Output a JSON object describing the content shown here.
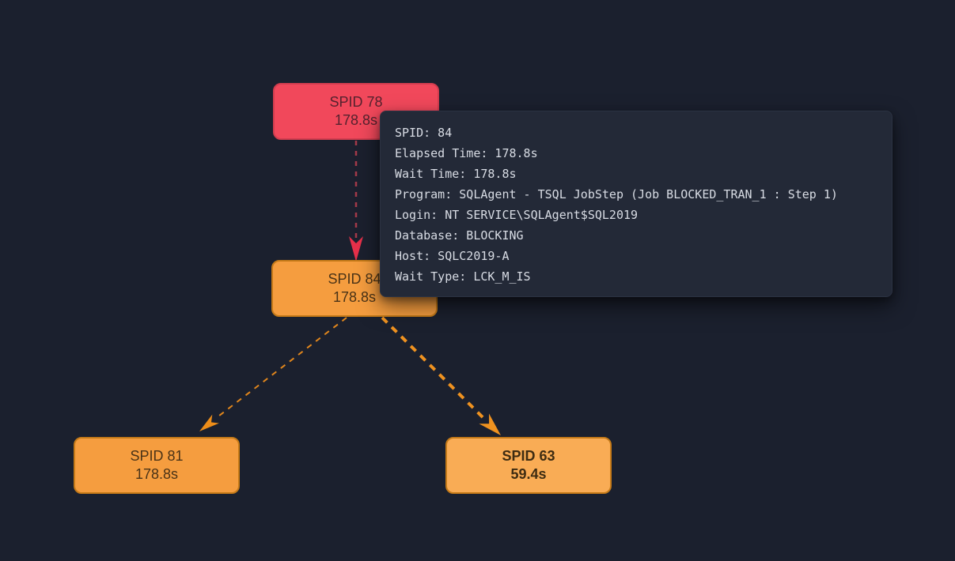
{
  "canvas": {
    "background": "#1b202e"
  },
  "nodes": [
    {
      "id": "spid-78",
      "label": "SPID 78",
      "time": "178.8s",
      "fill": "#f1485b",
      "border": "#d23d4f",
      "text_color": "#55222e",
      "bold": false
    },
    {
      "id": "spid-84",
      "label": "SPID 84",
      "time": "178.8s",
      "fill": "#f59d3f",
      "border": "#c57a18",
      "text_color": "#4a3317",
      "bold": false
    },
    {
      "id": "spid-81",
      "label": "SPID 81",
      "time": "178.8s",
      "fill": "#f59d3f",
      "border": "#c57a18",
      "text_color": "#4a3317",
      "bold": false
    },
    {
      "id": "spid-63",
      "label": "SPID 63",
      "time": "59.4s",
      "fill": "#f9ac55",
      "border": "#c57a18",
      "text_color": "#3e2c12",
      "bold": true
    }
  ],
  "edges": [
    {
      "from": "spid-78",
      "to": "spid-84",
      "line_color": "#a43a4a",
      "arrow_color": "#e7304a",
      "style": "dashed"
    },
    {
      "from": "spid-84",
      "to": "spid-81",
      "line_color": "#e1861c",
      "arrow_color": "#ed8d19",
      "style": "dashed"
    },
    {
      "from": "spid-84",
      "to": "spid-63",
      "line_color": "#ef9220",
      "arrow_color": "#ef9220",
      "style": "dashed-thick"
    }
  ],
  "tooltip": {
    "background": "#232937",
    "text_color": "#d8dce4",
    "lines": [
      "SPID: 84",
      "Elapsed Time: 178.8s",
      "Wait Time: 178.8s",
      "Program: SQLAgent - TSQL JobStep (Job BLOCKED_TRAN_1 : Step 1)",
      "Login: NT SERVICE\\SQLAgent$SQL2019",
      "Database: BLOCKING",
      "Host: SQLC2019-A",
      "Wait Type: LCK_M_IS"
    ]
  }
}
